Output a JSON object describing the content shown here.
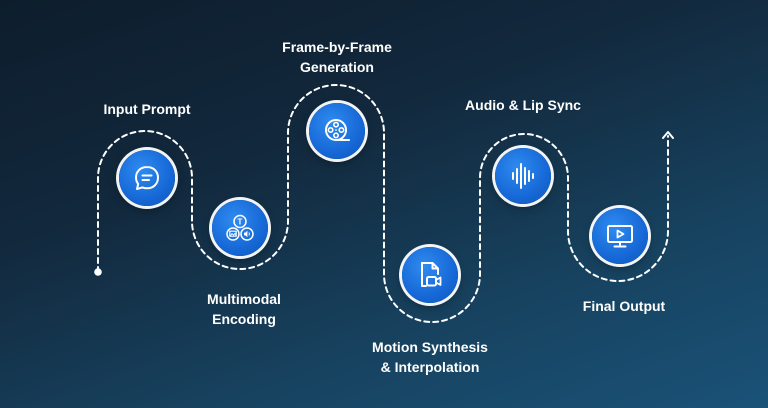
{
  "steps": [
    {
      "id": "input",
      "lines": [
        "Input Prompt"
      ],
      "icon": "chat-bubble-icon"
    },
    {
      "id": "multimodal",
      "lines": [
        "Multimodal",
        "Encoding"
      ],
      "icon": "multimodal-icon"
    },
    {
      "id": "frame",
      "lines": [
        "Frame-by-Frame",
        "Generation"
      ],
      "icon": "film-reel-icon"
    },
    {
      "id": "motion",
      "lines": [
        "Motion Synthesis",
        "& Interpolation"
      ],
      "icon": "video-file-icon"
    },
    {
      "id": "audio",
      "lines": [
        "Audio & Lip Sync"
      ],
      "icon": "sound-wave-icon"
    },
    {
      "id": "final",
      "lines": [
        "Final Output"
      ],
      "icon": "monitor-play-icon"
    }
  ],
  "multimodal_icon_letter": "T",
  "colors": {
    "node": "#1668d6",
    "path": "#ffffff",
    "background_top": "#0d1d2c",
    "background_bottom": "#1a5278"
  }
}
